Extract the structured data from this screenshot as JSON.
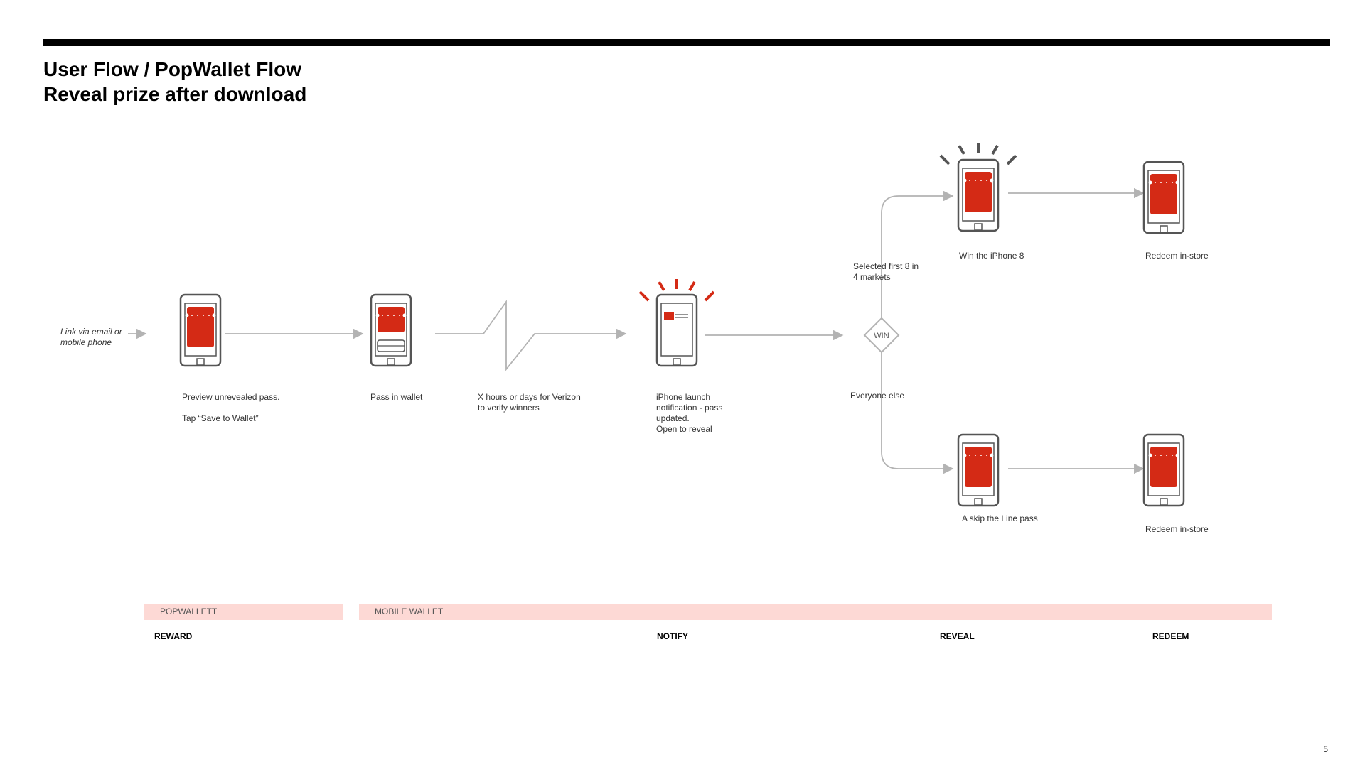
{
  "header": {
    "title_line1": "User Flow / PopWallet Flow",
    "title_line2": "Reveal prize after download"
  },
  "flow": {
    "entry": {
      "line1": "Link via email or",
      "line2": "mobile phone"
    },
    "preview": {
      "line1": "Preview unrevealed pass.",
      "line2": "Tap “Save to Wallet”"
    },
    "wallet": {
      "line1": "Pass in wallet"
    },
    "wait": {
      "line1": "X hours or days for Verizon",
      "line2": "to verify winners"
    },
    "notify": {
      "line1": "iPhone launch",
      "line2": "notification - pass",
      "line3": "updated.",
      "line4": "Open to reveal"
    },
    "decision": {
      "label": "WIN"
    },
    "win_branch": {
      "line1": "Selected first 8 in",
      "line2": "4 markets"
    },
    "else_branch": {
      "line1": "Everyone else"
    },
    "win_result": {
      "line1": "Win the iPhone 8"
    },
    "win_redeem": {
      "line1": "Redeem in-store"
    },
    "else_result": {
      "line1": "A skip the Line pass"
    },
    "else_redeem": {
      "line1": "Redeem in-store"
    }
  },
  "bands": [
    {
      "label": "POPWALLETT"
    },
    {
      "label": "MOBILE WALLET"
    }
  ],
  "stages": [
    {
      "label": "REWARD"
    },
    {
      "label": "NOTIFY"
    },
    {
      "label": "REVEAL"
    },
    {
      "label": "REDEEM"
    }
  ],
  "page_number": "5",
  "colors": {
    "accent_red": "#d42a15",
    "band_pink": "#fdd9d5",
    "line_gray": "#b3b3b3",
    "phone_outline": "#555555"
  }
}
